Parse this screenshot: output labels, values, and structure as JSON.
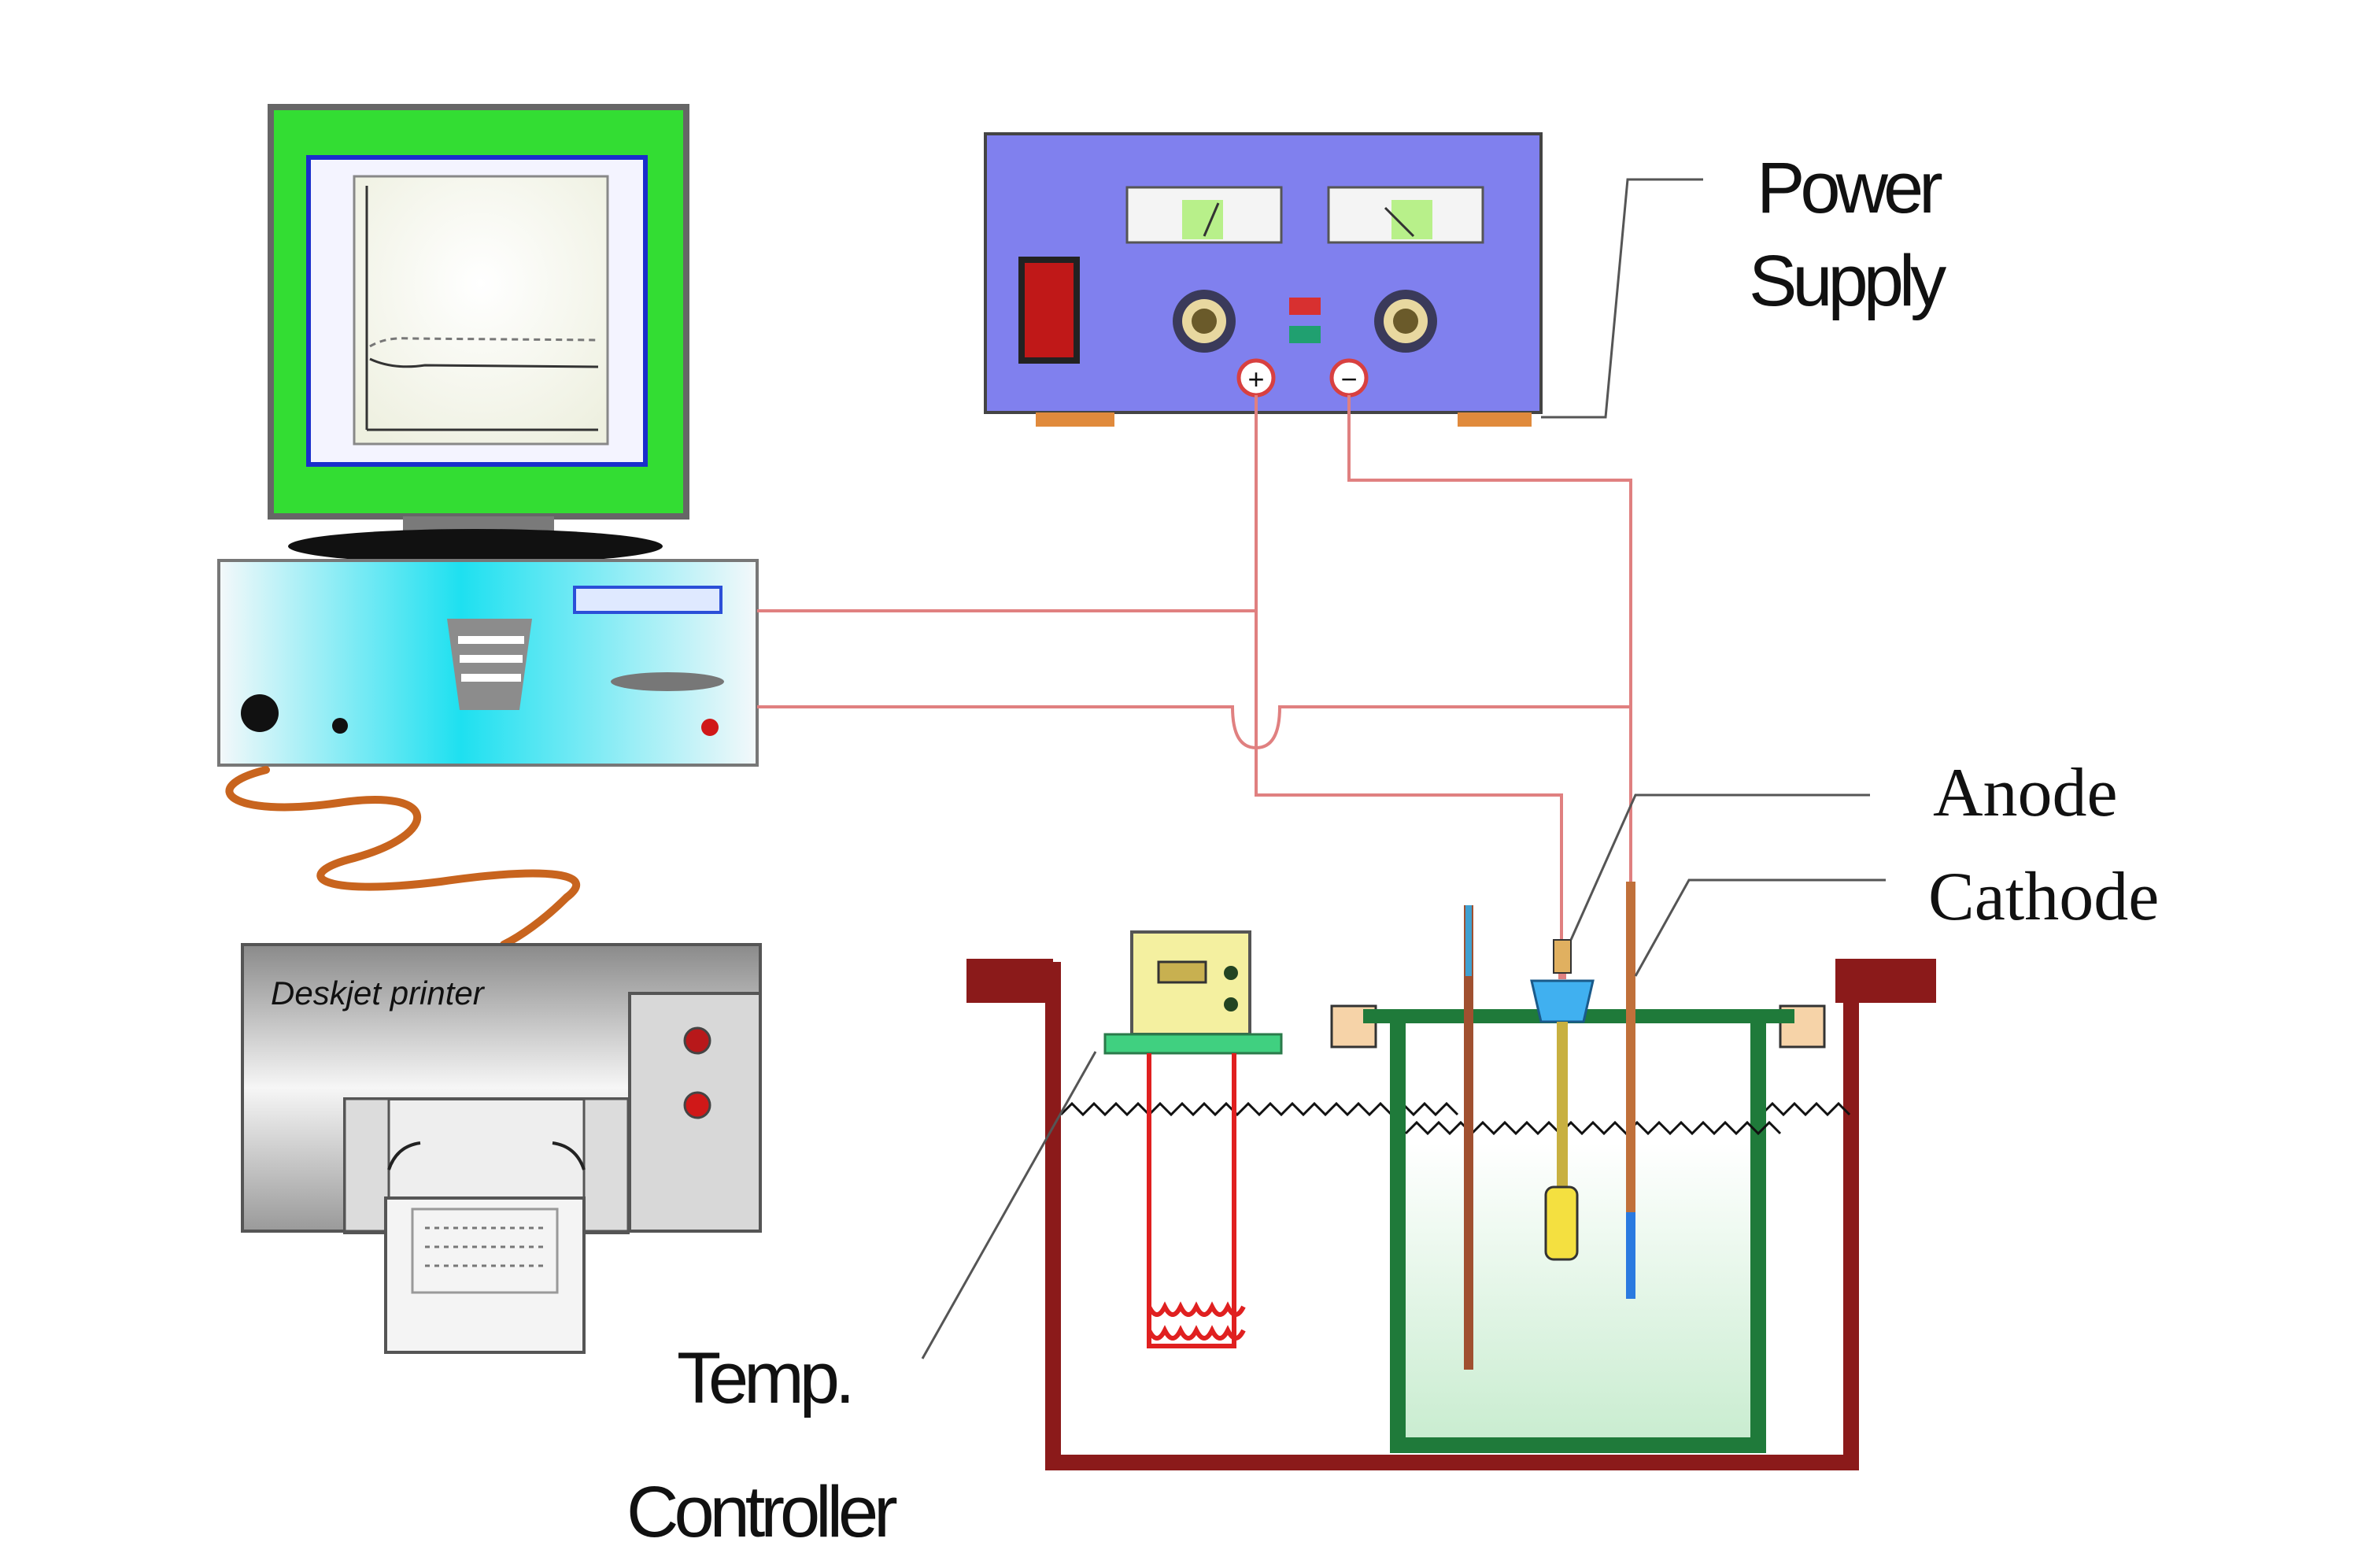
{
  "labels": {
    "power_supply_line1": "Power",
    "power_supply_line2": "Supply",
    "anode": "Anode",
    "cathode": "Cathode",
    "temp_line1": "Temp.",
    "temp_line2": "Controller",
    "printer_brand": "Deskjet printer"
  },
  "terminals": {
    "positive": "+",
    "negative": "−"
  },
  "colors": {
    "monitor_frame": "#33dd33",
    "power_supply_body": "#8080ee",
    "wire": "#e08080",
    "tank_outer": "#8b1a1a",
    "tank_inner": "#1f7a3a",
    "solution": "#d6f2dc",
    "heater_coil": "#e02020",
    "printer_cable": "#c8641e"
  }
}
